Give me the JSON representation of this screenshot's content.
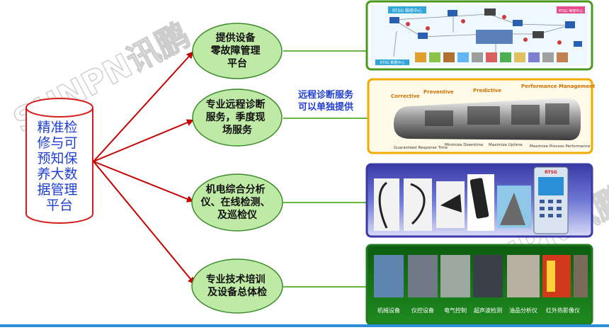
{
  "title": "",
  "hub": {
    "lines": [
      "精准检",
      "修与可",
      "预知保",
      "养大数",
      "据管理",
      "平台"
    ]
  },
  "watermark_text": "SUNPN讯鹏",
  "nodes": [
    {
      "lines": [
        "提供设备",
        "零故障管理",
        "平台"
      ]
    },
    {
      "lines": [
        "专业远程诊断",
        "服务，季度现",
        "场服务"
      ]
    },
    {
      "lines": [
        "机电综合分析",
        "仪、在线检测、",
        "及巡检仪"
      ]
    },
    {
      "lines": [
        "专业技术培训",
        "及设备总体检"
      ]
    }
  ],
  "side_note": {
    "lines": [
      "远程诊断服务",
      "可以单独提供"
    ]
  },
  "panels": {
    "platform": {
      "header_labels": [
        "RTSG 维修中心",
        "RTSG 维修中心"
      ],
      "footer_label": "RTSG 数据中心"
    },
    "maintenance": {
      "stages": [
        "Corrective",
        "Preventive",
        "Predictive",
        "Performance Management"
      ],
      "captions": [
        "Guaranteed Response Time",
        "Minimize Downtime",
        "Maximize Uptime",
        "Maximize Process Performance"
      ]
    },
    "instruments": {
      "device_label": "RTSG"
    },
    "training": {
      "labels": [
        "机械设备",
        "仪控设备",
        "电气控制",
        "超声波检测",
        "油品分析仪",
        "红外热影像仪"
      ]
    }
  },
  "colors": {
    "arrow": "#c40000",
    "ellipse_fill": "#bfeaa6",
    "hub_stroke": "#d81b1b",
    "note": "#1f3fd4",
    "connector": "#6ab53c",
    "panel_border": "#4a9a1f"
  }
}
